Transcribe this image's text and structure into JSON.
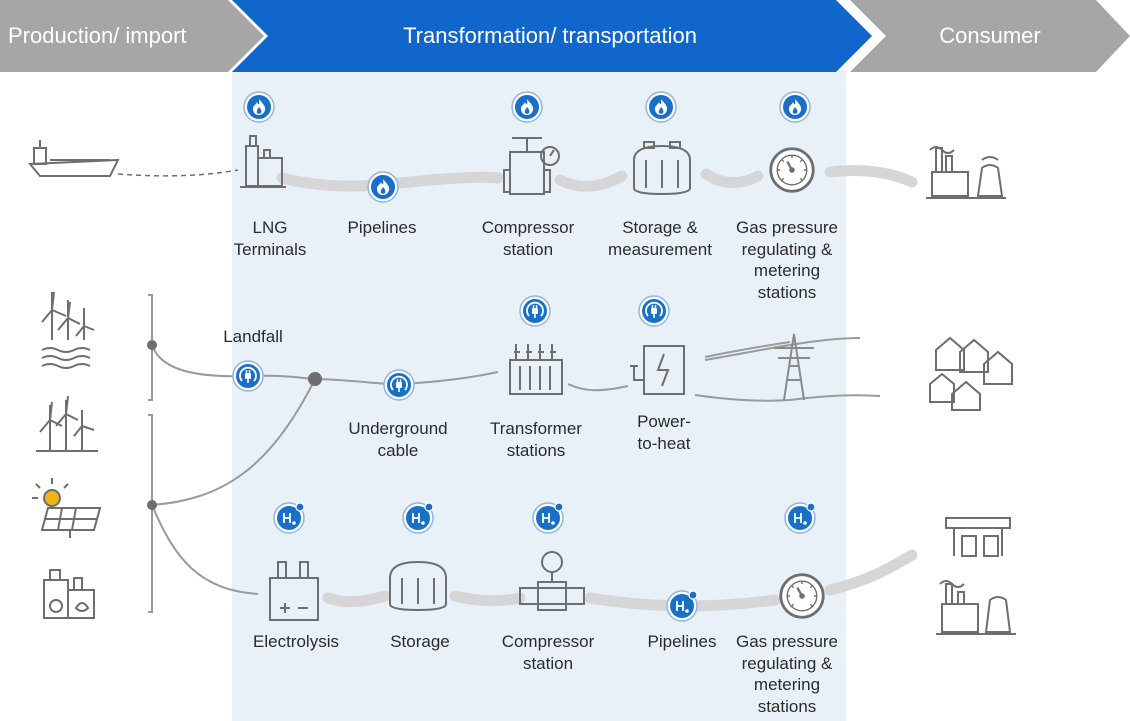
{
  "colors": {
    "gray_arrow": "#a6a6a6",
    "blue_arrow": "#1166cc",
    "panel_bg": "#e9f1f8",
    "pipe": "#d6d6d6",
    "line": "#9a9a9a",
    "icon_gray": "#6e6e6e",
    "badge_blue": "#1a6fc7"
  },
  "header": {
    "production": "Production/ import",
    "transformation": "Transformation/ transportation",
    "consumer": "Consumer"
  },
  "gas_row": {
    "lng": [
      "LNG",
      "Terminals"
    ],
    "pipelines": [
      "Pipelines"
    ],
    "compressor": [
      "Compressor",
      "station"
    ],
    "storage": [
      "Storage &",
      "measurement"
    ],
    "regulating": [
      "Gas pressure",
      "regulating &",
      "metering",
      "stations"
    ]
  },
  "power_row": {
    "landfall": [
      "Landfall"
    ],
    "underground": [
      "Underground",
      "cable"
    ],
    "transformer": [
      "Transformer",
      "stations"
    ],
    "power_to_heat": [
      "Power-",
      "to-heat"
    ]
  },
  "hydrogen_row": {
    "electrolysis": [
      "Electrolysis"
    ],
    "storage": [
      "Storage"
    ],
    "compressor": [
      "Compressor",
      "station"
    ],
    "pipelines": [
      "Pipelines"
    ],
    "regulating": [
      "Gas pressure",
      "regulating &",
      "metering",
      "stations"
    ]
  }
}
